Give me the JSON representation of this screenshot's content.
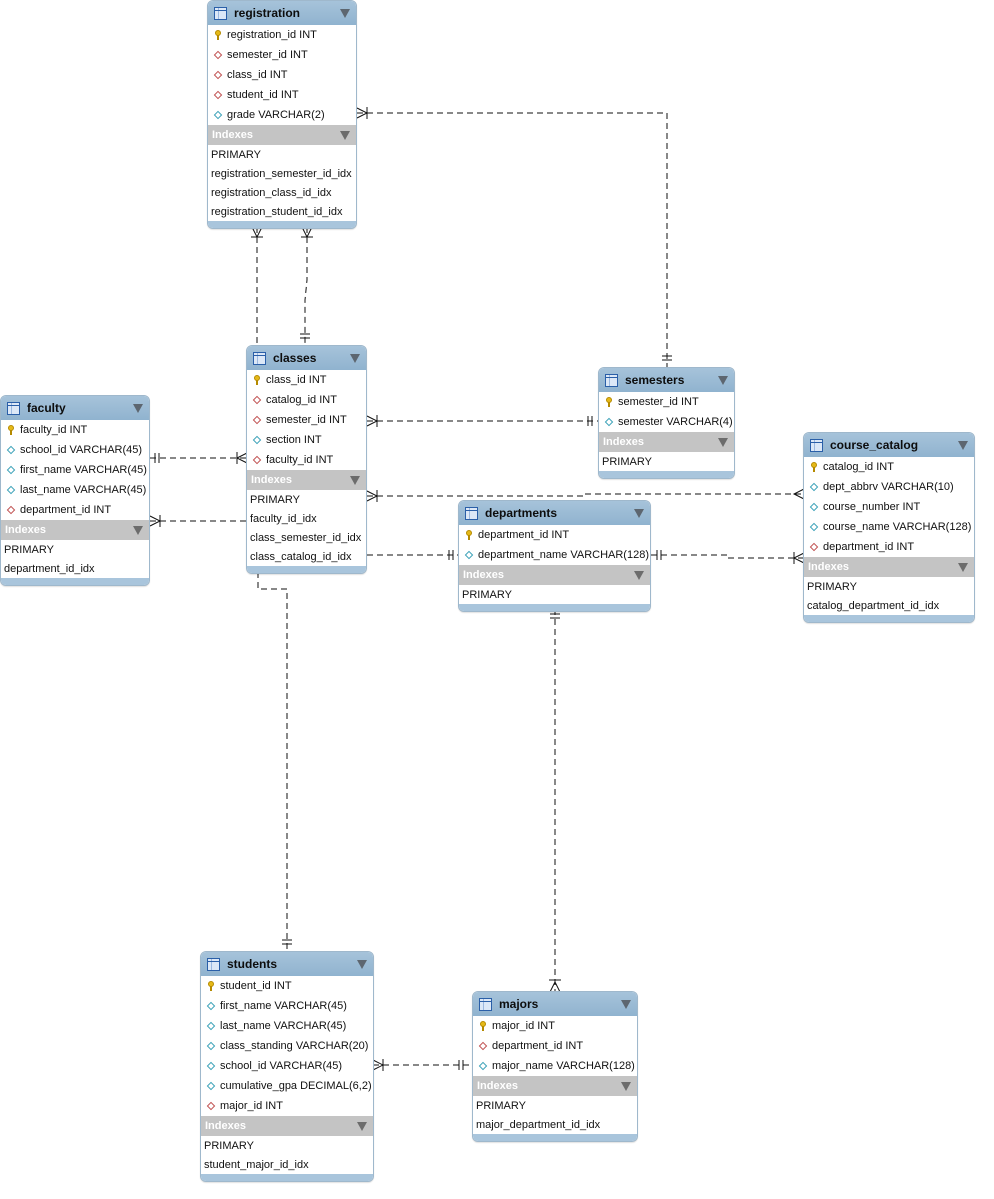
{
  "tables": {
    "registration": {
      "name": "registration",
      "columns": [
        {
          "label": "registration_id INT",
          "icon": "primary-key-icon"
        },
        {
          "label": "semester_id INT",
          "icon": "foreign-key-icon"
        },
        {
          "label": "class_id INT",
          "icon": "foreign-key-icon"
        },
        {
          "label": "student_id INT",
          "icon": "foreign-key-icon"
        },
        {
          "label": "grade VARCHAR(2)",
          "icon": "column-icon"
        }
      ],
      "indexes_label": "Indexes",
      "indexes": [
        "PRIMARY",
        "registration_semester_id_idx",
        "registration_class_id_idx",
        "registration_student_id_idx"
      ]
    },
    "classes": {
      "name": "classes",
      "columns": [
        {
          "label": "class_id INT",
          "icon": "primary-key-icon"
        },
        {
          "label": "catalog_id INT",
          "icon": "foreign-key-icon"
        },
        {
          "label": "semester_id INT",
          "icon": "foreign-key-icon"
        },
        {
          "label": "section INT",
          "icon": "column-icon"
        },
        {
          "label": "faculty_id INT",
          "icon": "foreign-key-icon"
        }
      ],
      "indexes_label": "Indexes",
      "indexes": [
        "PRIMARY",
        "faculty_id_idx",
        "class_semester_id_idx",
        "class_catalog_id_idx"
      ]
    },
    "faculty": {
      "name": "faculty",
      "columns": [
        {
          "label": "faculty_id INT",
          "icon": "primary-key-icon"
        },
        {
          "label": "school_id VARCHAR(45)",
          "icon": "column-icon"
        },
        {
          "label": "first_name VARCHAR(45)",
          "icon": "column-icon"
        },
        {
          "label": "last_name VARCHAR(45)",
          "icon": "column-icon"
        },
        {
          "label": "department_id INT",
          "icon": "foreign-key-icon"
        }
      ],
      "indexes_label": "Indexes",
      "indexes": [
        "PRIMARY",
        "department_id_idx"
      ]
    },
    "semesters": {
      "name": "semesters",
      "columns": [
        {
          "label": "semester_id INT",
          "icon": "primary-key-icon"
        },
        {
          "label": "semester VARCHAR(4)",
          "icon": "column-icon"
        }
      ],
      "indexes_label": "Indexes",
      "indexes": [
        "PRIMARY"
      ]
    },
    "course_catalog": {
      "name": "course_catalog",
      "columns": [
        {
          "label": "catalog_id INT",
          "icon": "primary-key-icon"
        },
        {
          "label": "dept_abbrv VARCHAR(10)",
          "icon": "column-icon"
        },
        {
          "label": "course_number INT",
          "icon": "column-icon"
        },
        {
          "label": "course_name VARCHAR(128)",
          "icon": "column-icon"
        },
        {
          "label": "department_id INT",
          "icon": "foreign-key-icon"
        }
      ],
      "indexes_label": "Indexes",
      "indexes": [
        "PRIMARY",
        "catalog_department_id_idx"
      ]
    },
    "departments": {
      "name": "departments",
      "columns": [
        {
          "label": "department_id INT",
          "icon": "primary-key-icon"
        },
        {
          "label": "department_name VARCHAR(128)",
          "icon": "column-icon"
        }
      ],
      "indexes_label": "Indexes",
      "indexes": [
        "PRIMARY"
      ]
    },
    "students": {
      "name": "students",
      "columns": [
        {
          "label": "student_id INT",
          "icon": "primary-key-icon"
        },
        {
          "label": "first_name VARCHAR(45)",
          "icon": "column-icon"
        },
        {
          "label": "last_name VARCHAR(45)",
          "icon": "column-icon"
        },
        {
          "label": "class_standing VARCHAR(20)",
          "icon": "column-icon"
        },
        {
          "label": "school_id VARCHAR(45)",
          "icon": "column-icon"
        },
        {
          "label": "cumulative_gpa DECIMAL(6,2)",
          "icon": "column-icon"
        },
        {
          "label": "major_id INT",
          "icon": "foreign-key-icon"
        }
      ],
      "indexes_label": "Indexes",
      "indexes": [
        "PRIMARY",
        "student_major_id_idx"
      ]
    },
    "majors": {
      "name": "majors",
      "columns": [
        {
          "label": "major_id INT",
          "icon": "primary-key-icon"
        },
        {
          "label": "department_id INT",
          "icon": "foreign-key-icon"
        },
        {
          "label": "major_name VARCHAR(128)",
          "icon": "column-icon"
        }
      ],
      "indexes_label": "Indexes",
      "indexes": [
        "PRIMARY",
        "major_department_id_idx"
      ]
    }
  },
  "colors": {
    "header": "#9bbcd6",
    "index_header": "#c4c4c4",
    "primary_key": "#e5b918",
    "foreign_key": "#c05050",
    "column": "#3aa1b8",
    "relationship_line": "#111111"
  }
}
